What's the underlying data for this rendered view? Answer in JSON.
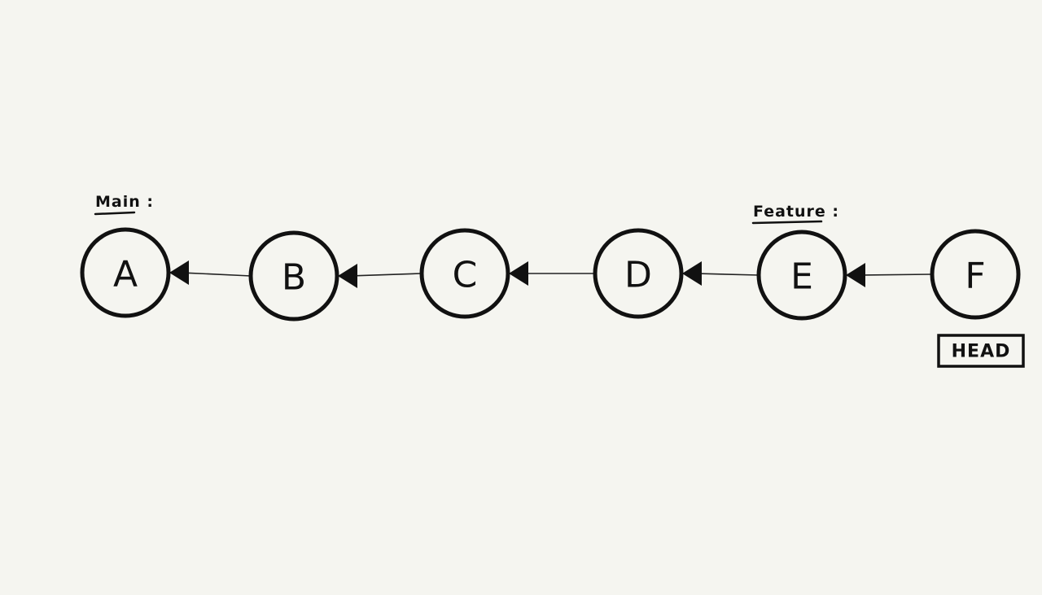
{
  "nodes": [
    {
      "id": "A",
      "label": "A"
    },
    {
      "id": "B",
      "label": "B"
    },
    {
      "id": "C",
      "label": "C"
    },
    {
      "id": "D",
      "label": "D"
    },
    {
      "id": "E",
      "label": "E"
    },
    {
      "id": "F",
      "label": "F"
    }
  ],
  "edges": [
    {
      "from": "B",
      "to": "A"
    },
    {
      "from": "C",
      "to": "B"
    },
    {
      "from": "D",
      "to": "C"
    },
    {
      "from": "E",
      "to": "D"
    },
    {
      "from": "F",
      "to": "E"
    }
  ],
  "branches": [
    {
      "name": "Main :",
      "points_to": "A"
    },
    {
      "name": "Feature :",
      "points_to": "E"
    }
  ],
  "head": {
    "label": "HEAD",
    "points_to": "F"
  },
  "colors": {
    "background": "#f5f5f0",
    "ink": "#111111"
  }
}
